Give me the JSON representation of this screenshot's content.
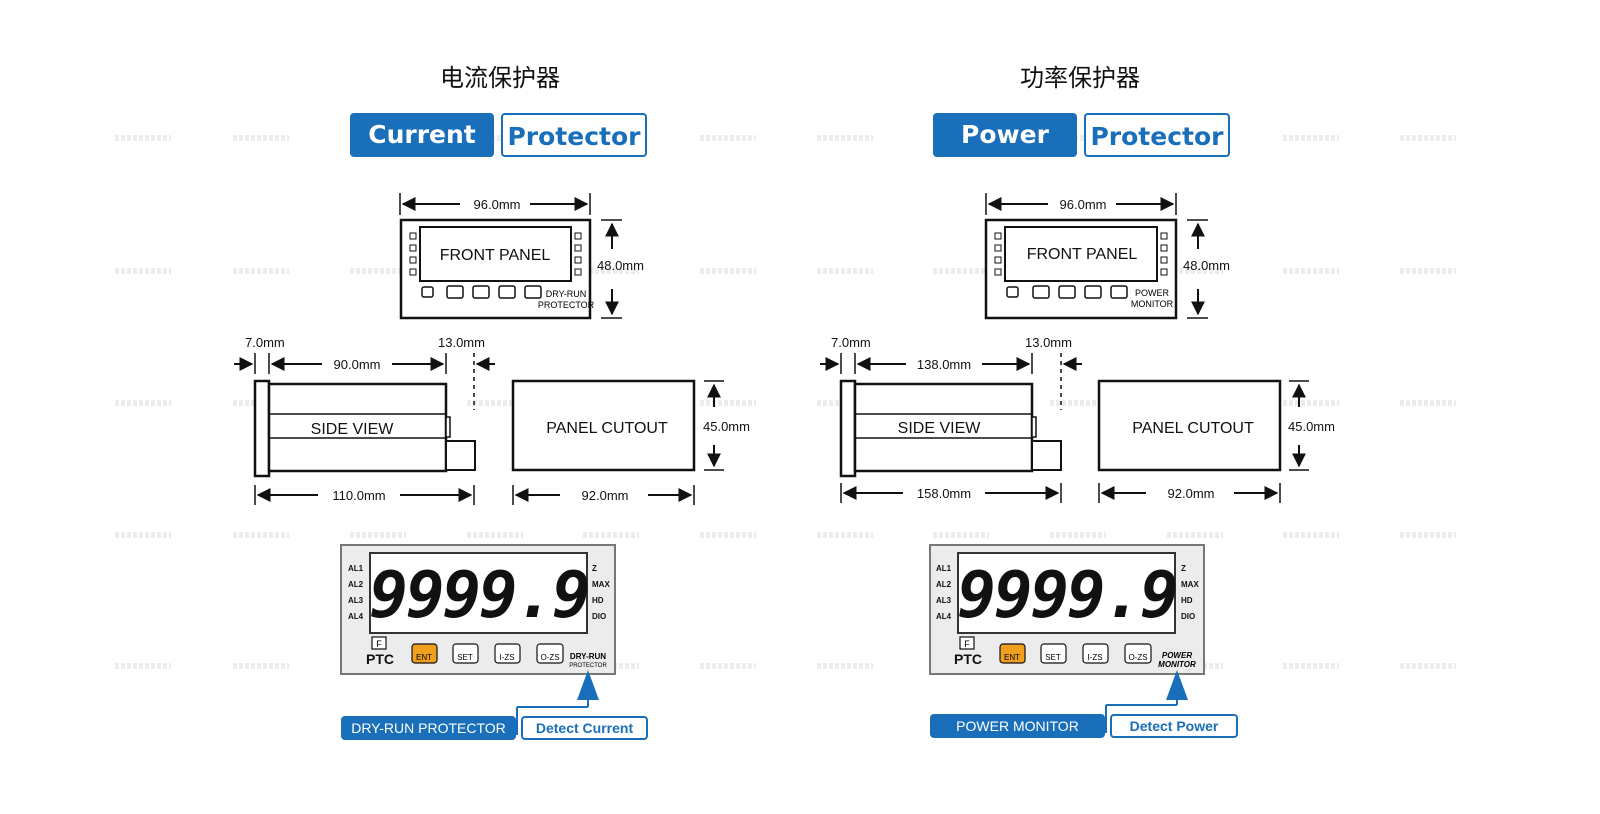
{
  "left": {
    "cn_title": "电流保护器",
    "header": {
      "word1": "Current",
      "word2": "Protector"
    },
    "front": {
      "label": "FRONT PANEL",
      "width": "96.0mm",
      "height": "48.0mm",
      "model_line1": "DRY-RUN",
      "model_line2": "PROTECTOR"
    },
    "side": {
      "label": "SIDE VIEW",
      "flange": "7.0mm",
      "body": "90.0mm",
      "rear": "13.0mm",
      "total": "110.0mm"
    },
    "cutout": {
      "label": "PANEL CUTOUT",
      "width": "92.0mm",
      "height": "45.0mm"
    },
    "device": {
      "display": "9999.9",
      "brand": "PTC",
      "model_line1": "DRY-RUN",
      "model_line2": "PROTECTOR"
    },
    "tags": {
      "model": "DRY-RUN PROTECTOR",
      "detect": "Detect Current"
    }
  },
  "right": {
    "cn_title": "功率保护器",
    "header": {
      "word1": "Power",
      "word2": "Protector"
    },
    "front": {
      "label": "FRONT PANEL",
      "width": "96.0mm",
      "height": "48.0mm",
      "model_line1": "POWER",
      "model_line2": "MONITOR"
    },
    "side": {
      "label": "SIDE VIEW",
      "flange": "7.0mm",
      "body": "138.0mm",
      "rear": "13.0mm",
      "total": "158.0mm"
    },
    "cutout": {
      "label": "PANEL CUTOUT",
      "width": "92.0mm",
      "height": "45.0mm"
    },
    "device": {
      "display": "9999.9",
      "brand": "PTC",
      "model_line1": "POWER",
      "model_line2": "MONITOR"
    },
    "tags": {
      "model": "POWER MONITOR",
      "detect": "Detect Power"
    }
  },
  "device_labels": {
    "alarms": [
      "AL1",
      "AL2",
      "AL3",
      "AL4"
    ],
    "status": [
      "Z",
      "MAX",
      "HD",
      "DIO"
    ],
    "buttons": [
      "F",
      "ENT",
      "SET",
      "I-ZS",
      "O-ZS"
    ]
  },
  "colors": {
    "brand_blue": "#1a6fba",
    "ent_orange": "#f0a01e",
    "device_bg": "#ececec"
  }
}
